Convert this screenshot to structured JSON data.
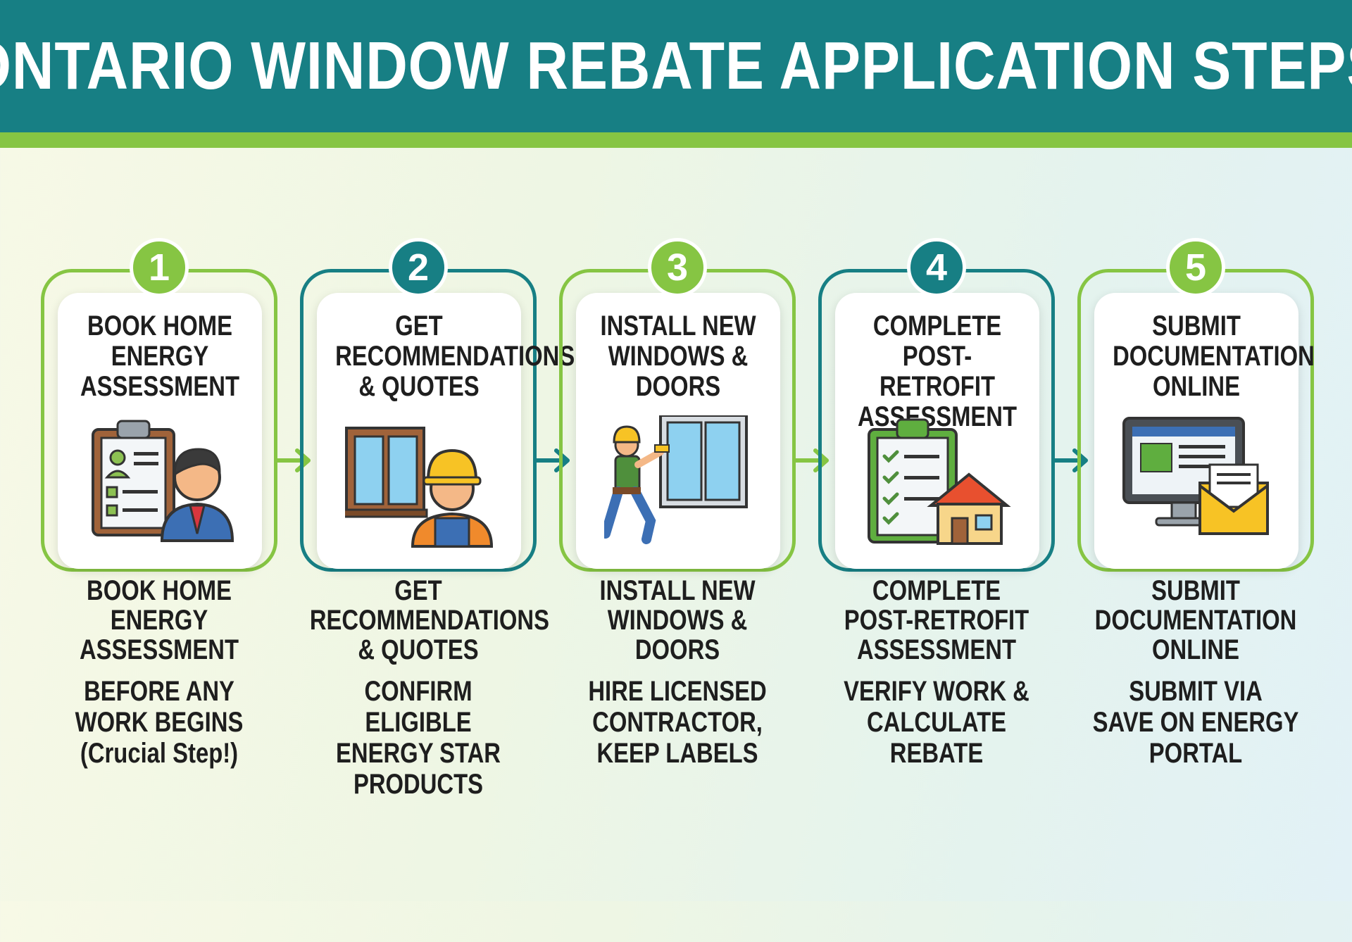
{
  "title": "ONTARIO WINDOW REBATE APPLICATION STEPS",
  "colors": {
    "teal": "#177f84",
    "green": "#86c543"
  },
  "steps": [
    {
      "number": "1",
      "card_title": "BOOK HOME\nENERGY\nASSESSMENT",
      "title": "BOOK HOME\nENERGY\nASSESSMENT",
      "description": "BEFORE ANY\nWORK BEGINS\n(Crucial Step!)",
      "icon": "clipboard-advisor-icon",
      "color": "green"
    },
    {
      "number": "2",
      "card_title": "GET\nRECOMMENDATIONS\n& QUOTES",
      "title": "GET\nRECOMMENDATIONS\n& QUOTES",
      "description": "CONFIRM ELIGIBLE\nENERGY STAR\nPRODUCTS",
      "icon": "window-worker-icon",
      "color": "teal"
    },
    {
      "number": "3",
      "card_title": "INSTALL NEW\nWINDOWS &\nDOORS",
      "title": "INSTALL NEW\nWINDOWS &\nDOORS",
      "description": "HIRE LICENSED\nCONTRACTOR,\nKEEP LABELS",
      "icon": "installer-window-icon",
      "color": "green"
    },
    {
      "number": "4",
      "card_title": "COMPLETE\nPOST-RETROFIT\nASSESSMENT",
      "title": "COMPLETE\nPOST-RETROFIT\nASSESSMENT",
      "description": "VERIFY WORK &\nCALCULATE\nREBATE",
      "icon": "checklist-house-icon",
      "color": "teal"
    },
    {
      "number": "5",
      "card_title": "SUBMIT\nDOCUMENTATION\nONLINE",
      "title": "SUBMIT\nDOCUMENTATION\nONLINE",
      "description": "SUBMIT VIA\nSAVE ON ENERGY\nPORTAL",
      "icon": "computer-envelope-icon",
      "color": "green"
    }
  ]
}
